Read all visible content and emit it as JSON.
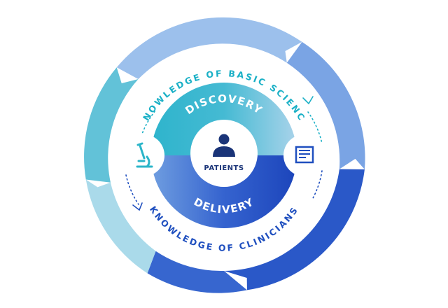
{
  "labels": {
    "outer_top": "KNOWLEDGE OF BASIC SCIENCE",
    "outer_bottom": "KNOWLEDGE OF CLINICIANS",
    "inner_top": "DISCOVERY",
    "inner_bottom": "DELIVERY",
    "center": "PATIENTS"
  },
  "icons": {
    "center": "person-icon",
    "left": "microscope-icon",
    "right": "document-icon"
  },
  "colors": {
    "outer_top_text": "#1ab0c6",
    "outer_bottom_text": "#1f4fbf",
    "center_text": "#1a3478",
    "person_icon": "#1a3478",
    "microscope_icon": "#2bb5c9",
    "document_icon": "#1f4fbf",
    "discovery_fill": "#3fb6cf",
    "delivery_fill": "#2a5fc7",
    "dots_top": "#1ab0c6",
    "dots_bottom": "#1f4fbf"
  }
}
